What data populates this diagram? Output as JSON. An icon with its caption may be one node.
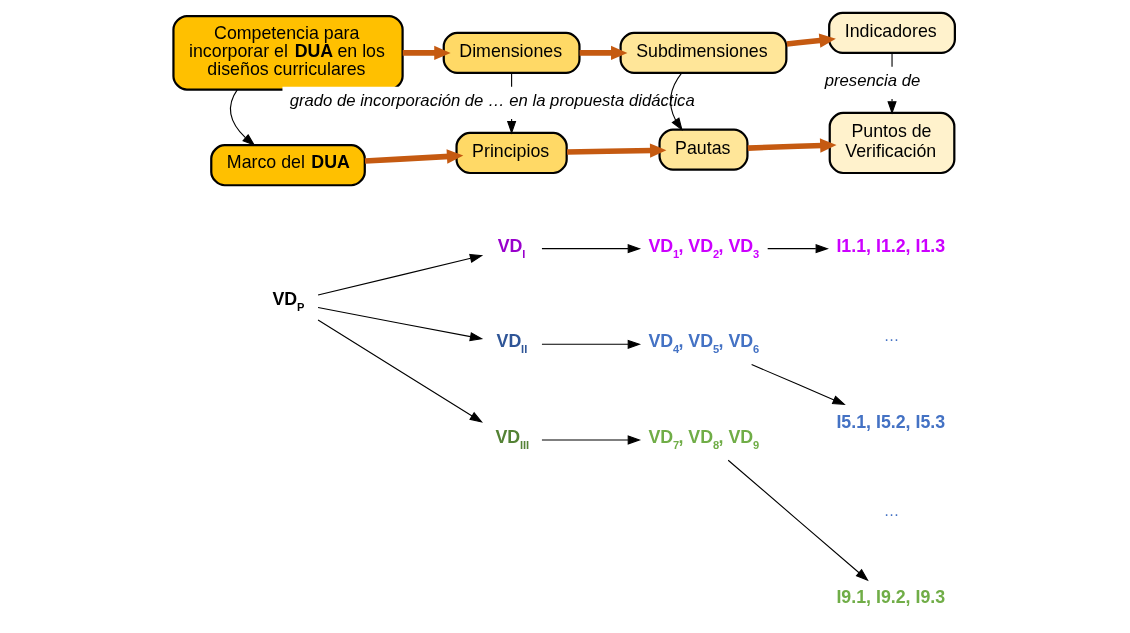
{
  "diagram": {
    "nodes": [
      {
        "text": [
          "Competencia para incorporar el **DUA** en los diseños curriculares"
        ]
      },
      {
        "text": [
          "Dimensiones"
        ]
      },
      {
        "text": [
          "Subdimensiones"
        ]
      },
      {
        "text": [
          "Indicadores"
        ]
      },
      {
        "text": [
          "Marco del **DUA**"
        ]
      },
      {
        "text": [
          "Principios"
        ]
      },
      {
        "text": [
          "Pautas"
        ]
      },
      {
        "text": [
          "Puntos de Verificación"
        ]
      },
      {
        "text": [
          "VD$_{P}$"
        ]
      },
      {
        "text": [
          "VD$_{I}$"
        ]
      },
      {
        "text": [
          "VD$_{II}$"
        ]
      },
      {
        "text": [
          "VD$_{III}$"
        ]
      },
      {
        "text": [
          "VD$_{1}$, VD$_{2}$, VD$_{3}$"
        ]
      },
      {
        "text": [
          "VD$_{4}$, VD$_{5}$, VD$_{6}$"
        ]
      },
      {
        "text": [
          "VD$_{7}$, VD$_{8}$, VD$_{9}$"
        ]
      },
      {
        "text": [
          "I1.1, I1.2, I1.3"
        ]
      },
      {
        "text": [
          "I5.1, I5.2, I5.3"
        ]
      },
      {
        "text": [
          "I9.1, I9.2, I9.3"
        ]
      }
    ],
    "edges": [
      {
        "from": 0,
        "to": 1,
        "arrow": "to",
        "style": "thick",
        "color": "#c55a11"
      },
      {
        "from": 1,
        "to": 2,
        "arrow": "to",
        "style": "thick",
        "color": "#c55a11"
      },
      {
        "from": 2,
        "to": 3,
        "arrow": "to",
        "style": "thick",
        "color": "#c55a11"
      },
      {
        "from": 4,
        "to": 5,
        "arrow": "to",
        "style": "thick",
        "color": "#c55a11"
      },
      {
        "from": 5,
        "to": 6,
        "arrow": "to",
        "style": "thick",
        "color": "#c55a11"
      },
      {
        "from": 6,
        "to": 7,
        "arrow": "to",
        "style": "thick",
        "color": "#c55a11"
      },
      {
        "from": 0,
        "to": 4,
        "arrow": "to"
      },
      {
        "from": 1,
        "to": 5,
        "arrow": "to",
        "label": "grado de incorporación de … en la propuesta didáctica"
      },
      {
        "from": 2,
        "to": 6,
        "arrow": "to"
      },
      {
        "from": 3,
        "to": 7,
        "arrow": "to",
        "label": "presencia de"
      },
      {
        "from": 8,
        "to": 9,
        "arrow": "to"
      },
      {
        "from": 8,
        "to": 10,
        "arrow": "to"
      },
      {
        "from": 8,
        "to": 11,
        "arrow": "to"
      },
      {
        "from": 9,
        "to": 12,
        "arrow": "to"
      },
      {
        "from": 10,
        "to": 13,
        "arrow": "to"
      },
      {
        "from": 11,
        "to": 14,
        "arrow": "to"
      },
      {
        "from": 12,
        "to": 15,
        "arrow": "to"
      },
      {
        "from": 13,
        "to": 16,
        "arrow": "to"
      },
      {
        "from": 14,
        "to": 17,
        "arrow": "to"
      }
    ],
    "labels": [
      "…",
      "…"
    ]
  }
}
